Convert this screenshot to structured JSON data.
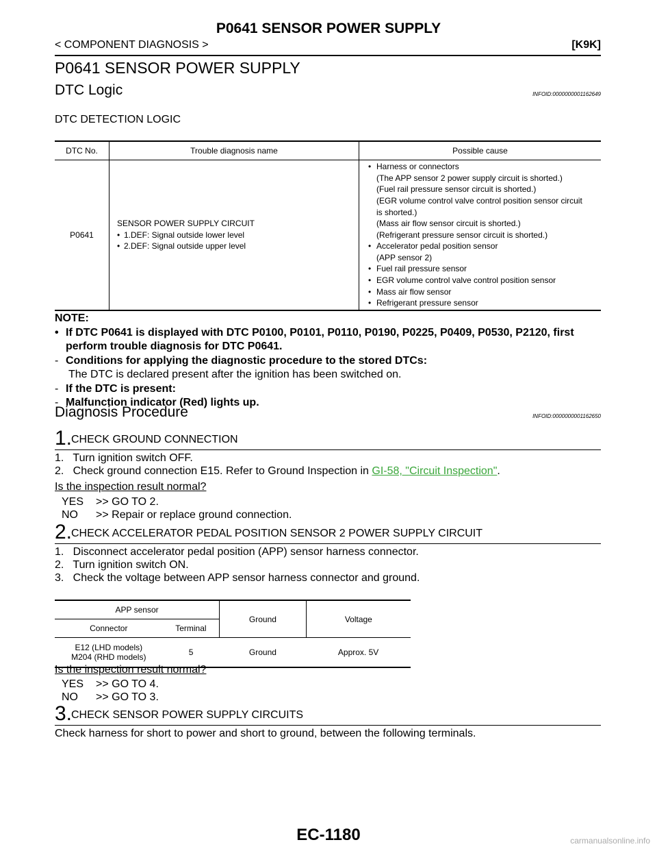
{
  "header": {
    "top_title": "P0641 SENSOR POWER SUPPLY",
    "breadcrumb": "< COMPONENT DIAGNOSIS >",
    "model": "[K9K]"
  },
  "main_title": "P0641 SENSOR POWER SUPPLY",
  "dtc_logic": {
    "title": "DTC Logic",
    "infoid": "INFOID:0000000001162649",
    "subheading": "DTC DETECTION LOGIC",
    "table": {
      "headers": [
        "DTC No.",
        "Trouble diagnosis name",
        "Possible cause"
      ],
      "dtc_no": "P0641",
      "name_title": "SENSOR POWER SUPPLY CIRCUIT",
      "name_items": [
        "1.DEF: Signal outside lower level",
        "2.DEF: Signal outside upper level"
      ],
      "causes": [
        {
          "text": "Harness or connectors",
          "sub": [
            "(The APP sensor 2 power supply circuit is shorted.)",
            "(Fuel rail pressure sensor circuit is shorted.)",
            "(EGR volume control valve control position sensor circuit",
            "is shorted.)",
            "(Mass air flow sensor circuit is shorted.)",
            "(Refrigerant pressure sensor circuit is shorted.)"
          ]
        },
        {
          "text": "Accelerator pedal position sensor",
          "sub": [
            "(APP sensor 2)"
          ]
        },
        {
          "text": "Fuel rail pressure sensor",
          "sub": []
        },
        {
          "text": "EGR volume control valve control position sensor",
          "sub": []
        },
        {
          "text": "Mass air flow sensor",
          "sub": []
        },
        {
          "text": "Refrigerant pressure sensor",
          "sub": []
        }
      ]
    }
  },
  "note": {
    "label": "NOTE:",
    "bullet_line1": "If DTC P0641 is displayed with DTC P0100, P0101, P0110, P0190, P0225, P0409, P0530, P2120, first",
    "bullet_line2": "perform trouble diagnosis for DTC P0641.",
    "dash1": "Conditions for applying the diagnostic procedure to the stored DTCs:",
    "dash1_text": "The DTC is declared present after the ignition has been switched on.",
    "dash2": "If the DTC is present:",
    "dash3": "Malfunction indicator (Red) lights up."
  },
  "diagnosis": {
    "title": "Diagnosis Procedure",
    "infoid": "INFOID:0000000001162650",
    "step1": {
      "num": "1.",
      "heading": "CHECK GROUND CONNECTION",
      "line1": "1.   Turn ignition switch OFF.",
      "line2_pre": "2.   Check ground connection E15. Refer to Ground Inspection in ",
      "line2_link": "GI-58, \"Circuit Inspection\"",
      "line2_post": ".",
      "question": "Is the inspection result normal?",
      "yes_key": "YES",
      "yes_val": ">> GO TO 2.",
      "no_key": "NO",
      "no_val": ">> Repair or replace ground connection."
    },
    "step2": {
      "num": "2.",
      "heading": "CHECK ACCELERATOR PEDAL POSITION SENSOR 2 POWER SUPPLY CIRCUIT",
      "line1": "1.   Disconnect accelerator pedal position (APP) sensor harness connector.",
      "line2": "2.   Turn ignition switch ON.",
      "line3": "3.   Check the voltage between APP sensor harness connector and ground.",
      "table": {
        "app_sensor": "APP sensor",
        "ground_h": "Ground",
        "voltage_h": "Voltage",
        "connector_h": "Connector",
        "terminal_h": "Terminal",
        "connector_1": "E12 (LHD models)",
        "connector_2": "M204 (RHD models)",
        "terminal": "5",
        "ground": "Ground",
        "voltage": "Approx. 5V"
      },
      "question": "Is the inspection result normal?",
      "yes_key": "YES",
      "yes_val": ">> GO TO 4.",
      "no_key": "NO",
      "no_val": ">> GO TO 3."
    },
    "step3": {
      "num": "3.",
      "heading": "CHECK SENSOR POWER SUPPLY CIRCUITS",
      "line1": "Check harness for short to power and short to ground, between the following terminals."
    }
  },
  "footer": {
    "page": "EC-1180",
    "watermark": "carmanualsonline.info"
  }
}
